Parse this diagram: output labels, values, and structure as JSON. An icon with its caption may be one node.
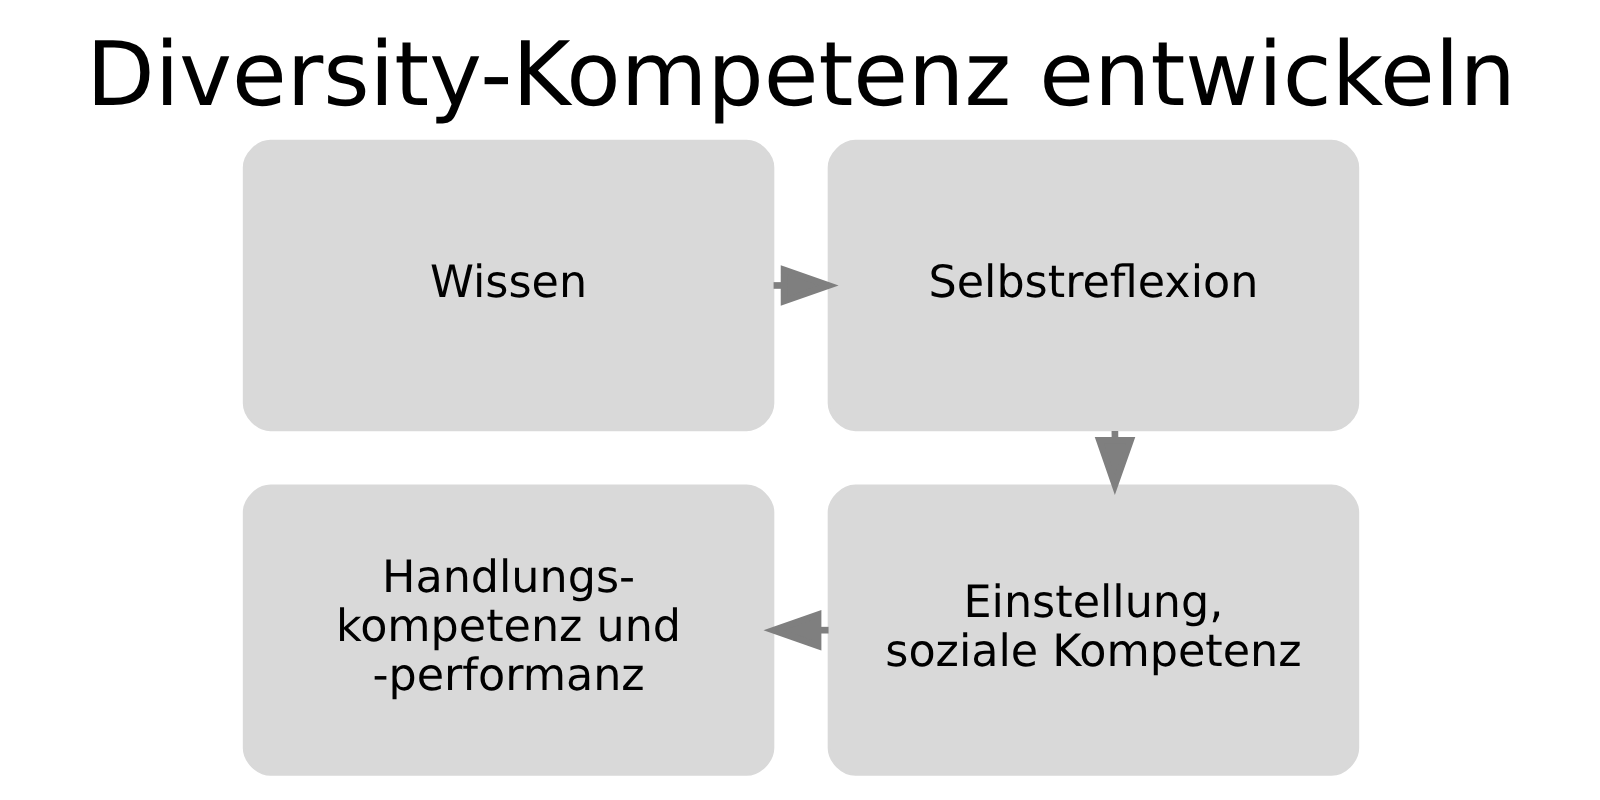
{
  "diagram": {
    "title": "Diversity-Kompetenz entwickeln",
    "nodes": [
      {
        "text": [
          "Wissen"
        ]
      },
      {
        "text": [
          "Selbstreflexion"
        ]
      },
      {
        "text": [
          "Einstellung, soziale Kompetenz"
        ]
      },
      {
        "text": [
          "Handlungs- kompetenz und -performanz"
        ]
      }
    ],
    "edges": [
      {
        "from": 0,
        "to": 1,
        "arrow": "to"
      },
      {
        "from": 1,
        "to": 2,
        "arrow": "to"
      },
      {
        "from": 2,
        "to": 3,
        "arrow": "to"
      }
    ]
  }
}
